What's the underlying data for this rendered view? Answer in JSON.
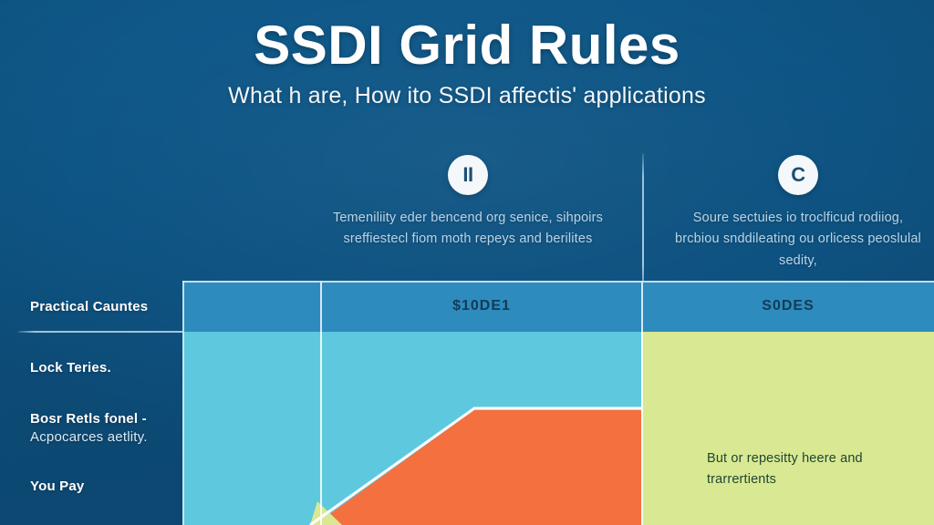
{
  "header": {
    "title": "SSDI Grid Rules",
    "subtitle": "What h are, How ito SSDI affectis' applications"
  },
  "badges": [
    {
      "symbol": "II",
      "icon": "roman-numeral-two-badge-icon",
      "text": "Temeniliity eder bencend org senice, sihpoirs sreffiestecl fiom moth repeys  and berilites"
    },
    {
      "symbol": "C",
      "icon": "letter-c-badge-icon",
      "text": "Soure sectuies io troclficud rodiiog, brcbiou snddileating ou orlicess peoslulal sedity,"
    }
  ],
  "sidebar": {
    "items": [
      {
        "label": "Practical Cauntes",
        "sub": ""
      },
      {
        "label": "Lock Teries.",
        "sub": ""
      },
      {
        "label": "Bosr Retls fonel -",
        "sub": "Acpocarces aetlity."
      },
      {
        "label": "You Pay",
        "sub": ""
      }
    ]
  },
  "panel": {
    "headers": [
      "",
      "$10DE1",
      "S0DES"
    ],
    "note": "But or repesitty heere and trarrertients",
    "colors": {
      "background": "#0f5583",
      "header_band": "#2e8bbe",
      "cyan": "#5ec9de",
      "orange": "#f5703f",
      "green": "#d9e892",
      "divider": "#d2e8f5"
    }
  },
  "chart_data": {
    "type": "area",
    "title": "SSDI Grid Rules",
    "regions": [
      {
        "name": "cyan-region",
        "color": "#5ec9de",
        "label": ""
      },
      {
        "name": "orange-region",
        "color": "#f5703f",
        "label": ""
      },
      {
        "name": "green-region",
        "color": "#d9e892",
        "label": "But or repesitty heere and trarrertients"
      }
    ],
    "columns": [
      "$10DE1",
      "S0DES"
    ],
    "rows": [
      "Practical Cauntes",
      "Lock Teries.",
      "Bosr Retls fonel - Acpocarces aetlity.",
      "You Pay"
    ],
    "grid": false,
    "legend": "none"
  }
}
